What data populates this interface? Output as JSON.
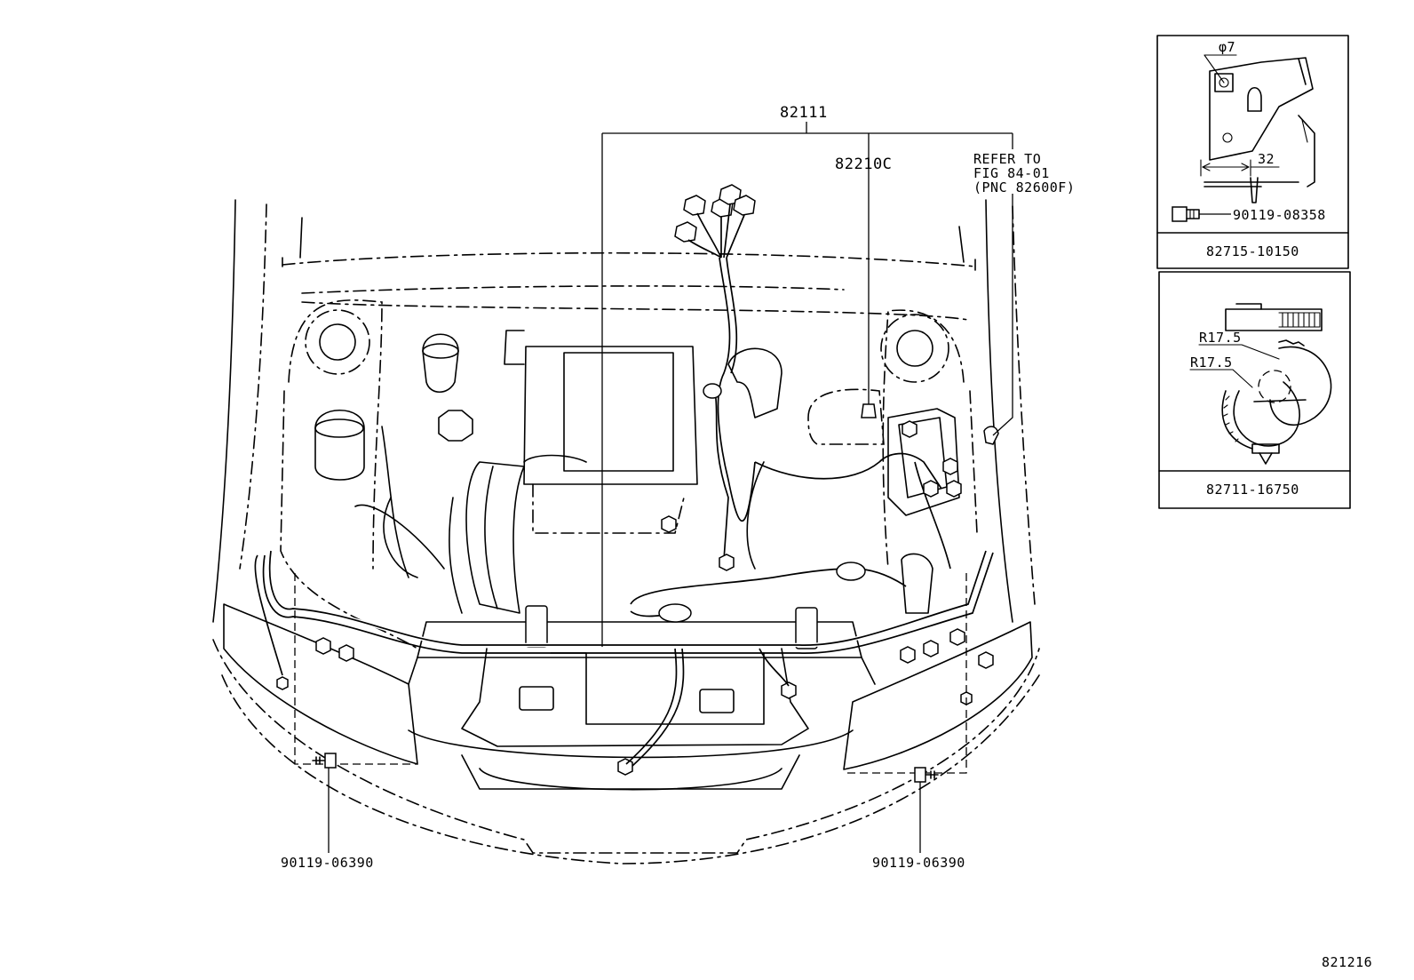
{
  "labels": {
    "harness_main": "82111",
    "harness_sub": "82210C",
    "refer_line1": "REFER TO",
    "refer_line2": "FIG 84-01",
    "refer_line3": "(PNC 82600F)",
    "bolt_left": "90119-06390",
    "bolt_right": "90119-06390",
    "figure_id": "821216"
  },
  "inset_bracket": {
    "dim_hole": "φ7",
    "dim_width": "32",
    "bolt": "90119-08358",
    "part_no": "82715-10150"
  },
  "inset_clamp": {
    "radius_a": "R17.5",
    "radius_b": "R17.5",
    "part_no": "82711-16750"
  }
}
